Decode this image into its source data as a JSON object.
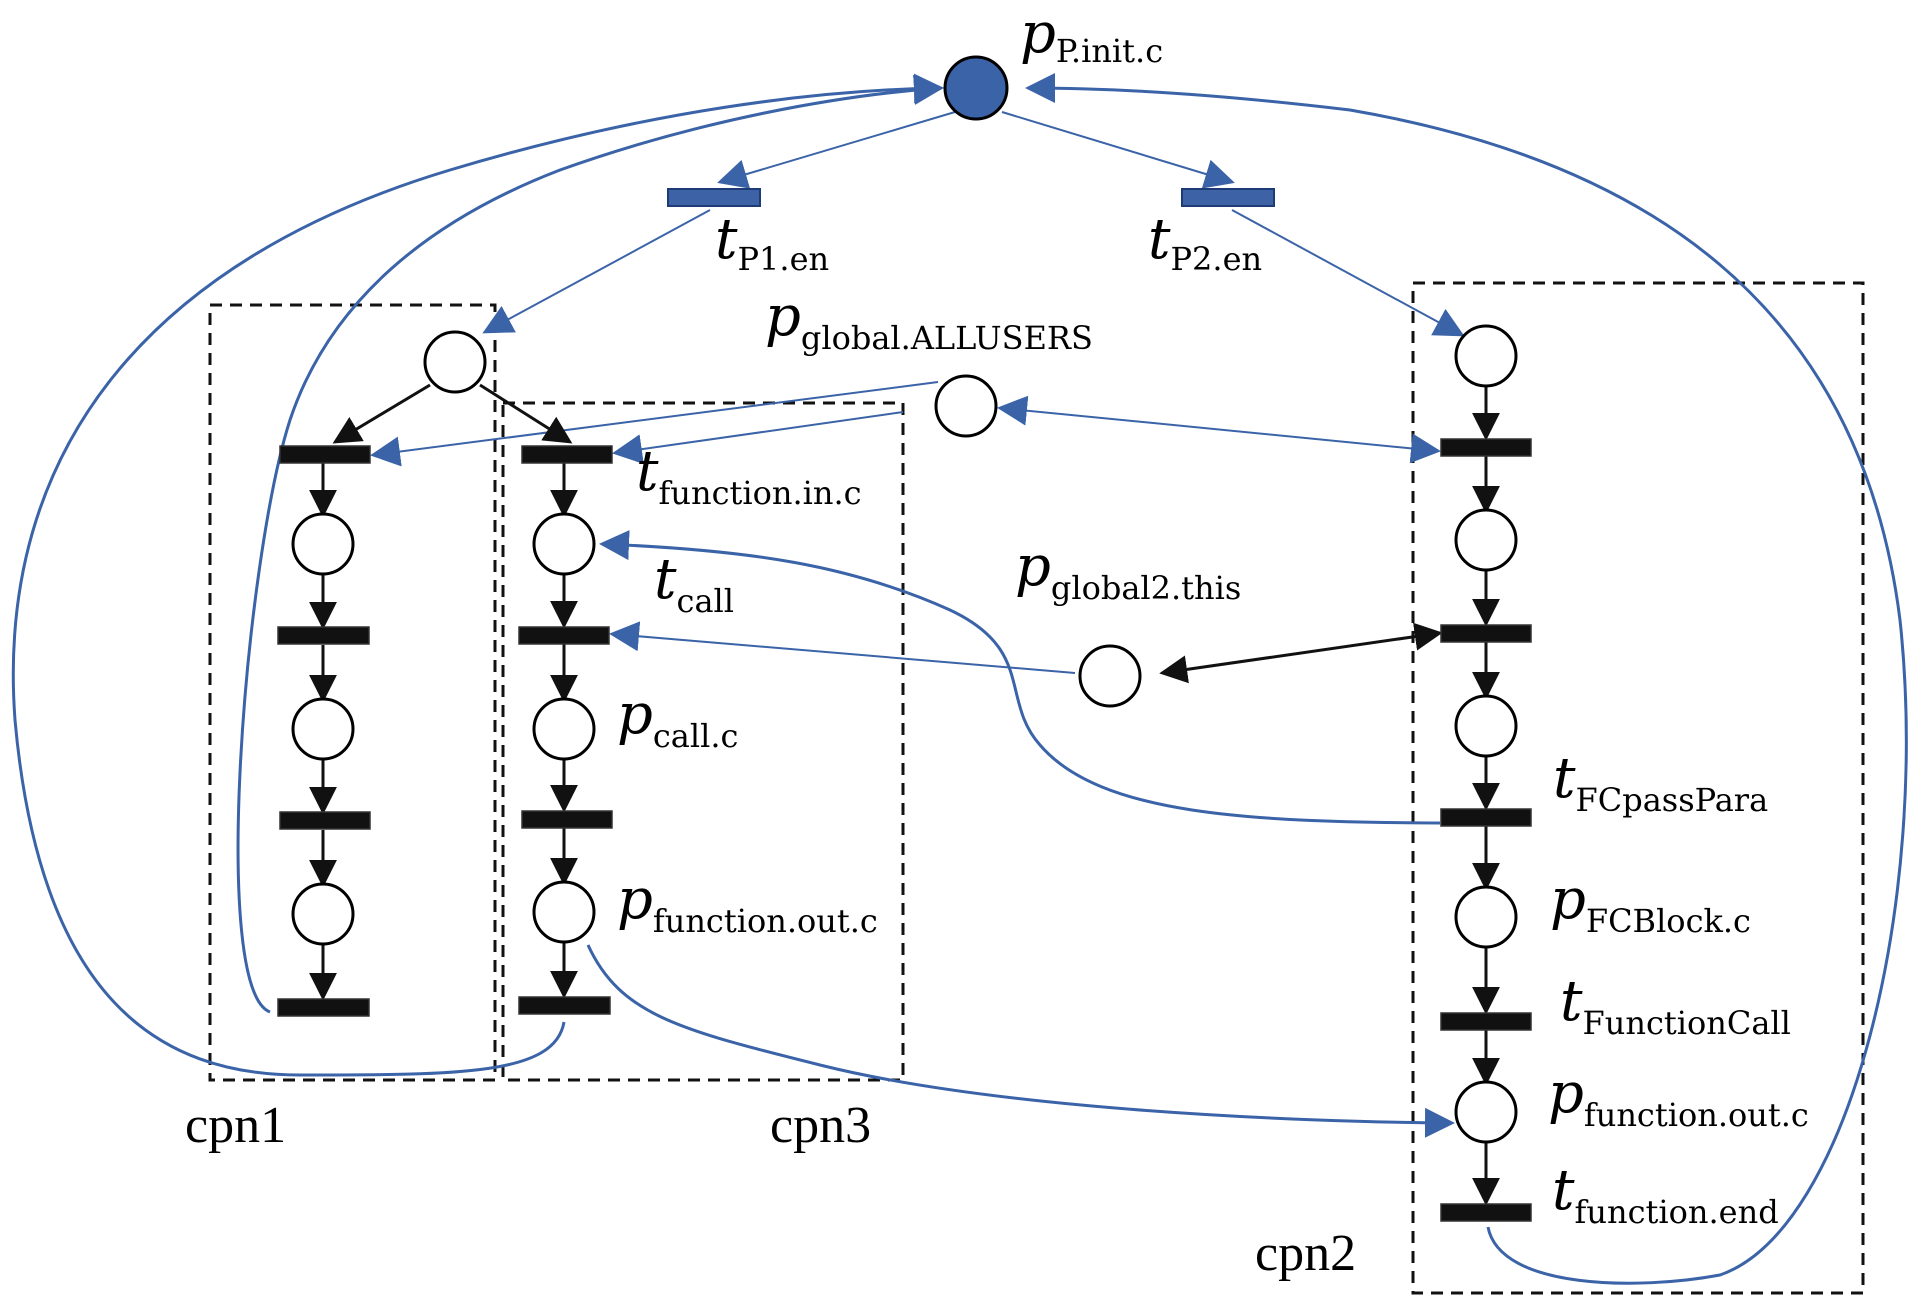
{
  "colors": {
    "blue": "#3b63a8",
    "black": "#111111"
  },
  "labels": {
    "p_init": {
      "main": "p",
      "sub": "P.init.c"
    },
    "t_p1en": {
      "main": "t",
      "sub": "P1.en"
    },
    "t_p2en": {
      "main": "t",
      "sub": "P2.en"
    },
    "p_global_allusers": {
      "main": "p",
      "sub": "global.ALLUSERS"
    },
    "t_function_in": {
      "main": "t",
      "sub": "function.in.c"
    },
    "t_call": {
      "main": "t",
      "sub": "call"
    },
    "p_global2_this": {
      "main": "p",
      "sub": "global2.this"
    },
    "p_call": {
      "main": "p",
      "sub": "call.c"
    },
    "p_function_out_cpn3": {
      "main": "p",
      "sub": "function.out.c"
    },
    "t_fcpasspara": {
      "main": "t",
      "sub": "FCpassPara"
    },
    "p_fcblock": {
      "main": "p",
      "sub": "FCBlock.c"
    },
    "t_functioncall": {
      "main": "t",
      "sub": "FunctionCall"
    },
    "p_function_out_cpn2": {
      "main": "p",
      "sub": "function.out.c"
    },
    "t_function_end": {
      "main": "t",
      "sub": "function.end"
    }
  },
  "boxes": {
    "cpn1": "cpn1",
    "cpn2": "cpn2",
    "cpn3": "cpn3"
  }
}
